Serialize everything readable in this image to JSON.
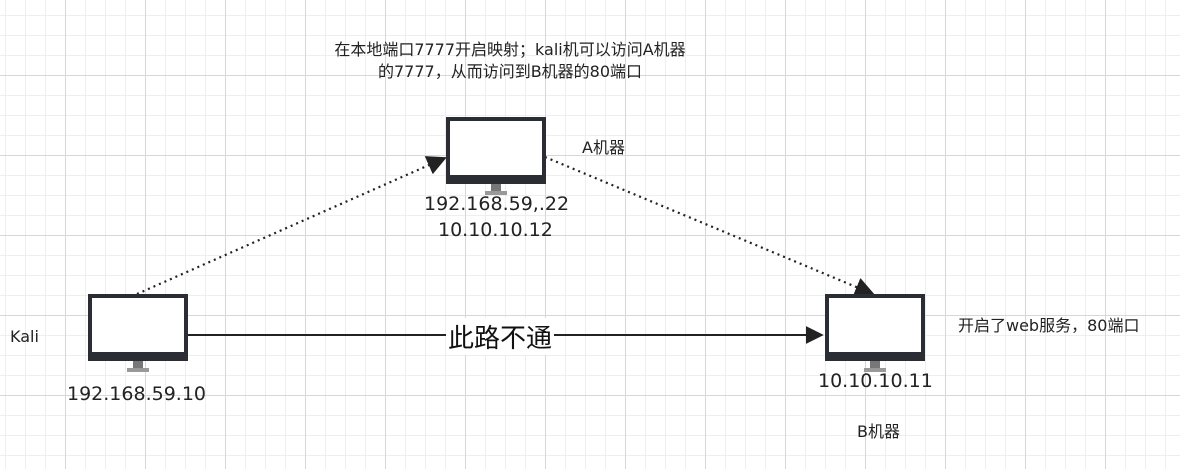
{
  "note_top": {
    "line1": "在本地端口7777开启映射；kali机可以访问A机器",
    "line2": "的7777，从而访问到B机器的80端口"
  },
  "machine_a": {
    "name": "A机器",
    "ip1": "192.168.59,.22",
    "ip2": "10.10.10.12"
  },
  "kali": {
    "name": "Kali",
    "ip": "192.168.59.10"
  },
  "machine_b": {
    "ip": "10.10.10.11",
    "name": "B机器",
    "note": "开启了web服务，80端口"
  },
  "direct_path": {
    "label": "此路不通"
  },
  "icons": {
    "monitor": "monitor-icon"
  },
  "colors": {
    "stroke": "#222222",
    "grid": "#d7d7d7"
  }
}
